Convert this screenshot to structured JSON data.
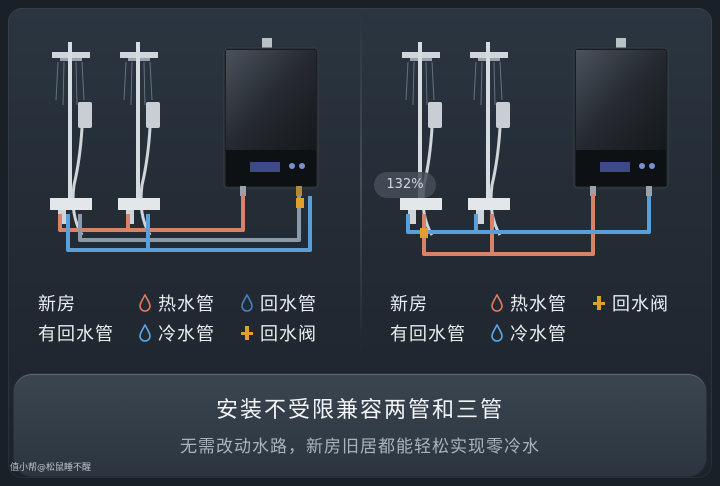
{
  "left_panel": {
    "house_line1": "新房",
    "house_line2": "有回水管",
    "legend": [
      {
        "icon": "hot-water-drop-icon",
        "label": "热水管",
        "color": "#e07a5f"
      },
      {
        "icon": "return-water-drop-icon",
        "label": "回水管",
        "color": "#4a7fc0"
      },
      {
        "icon": "cold-water-drop-icon",
        "label": "冷水管",
        "color": "#5aa6e8"
      },
      {
        "icon": "return-valve-icon",
        "label": "回水阀",
        "color": "#e0a030"
      }
    ]
  },
  "right_panel": {
    "house_line1": "新房",
    "house_line2": "有回水管",
    "legend": [
      {
        "icon": "hot-water-drop-icon",
        "label": "热水管",
        "color": "#e07a5f"
      },
      {
        "icon": "return-valve-icon",
        "label": "回水阀",
        "color": "#e0a030"
      },
      {
        "icon": "cold-water-drop-icon",
        "label": "冷水管",
        "color": "#5aa6e8"
      }
    ]
  },
  "zoom_badge": "132%",
  "banner": {
    "headline": "安装不受限兼容两管和三管",
    "subline": "无需改动水路，新房旧居都能轻松实现零冷水"
  },
  "watermark": "值小帮@松鼠睡不醒",
  "colors": {
    "hot_pipe": "#d9826a",
    "cold_pipe": "#5a9fd8",
    "return_pipe": "#8a9aaa",
    "valve": "#e0a030"
  }
}
